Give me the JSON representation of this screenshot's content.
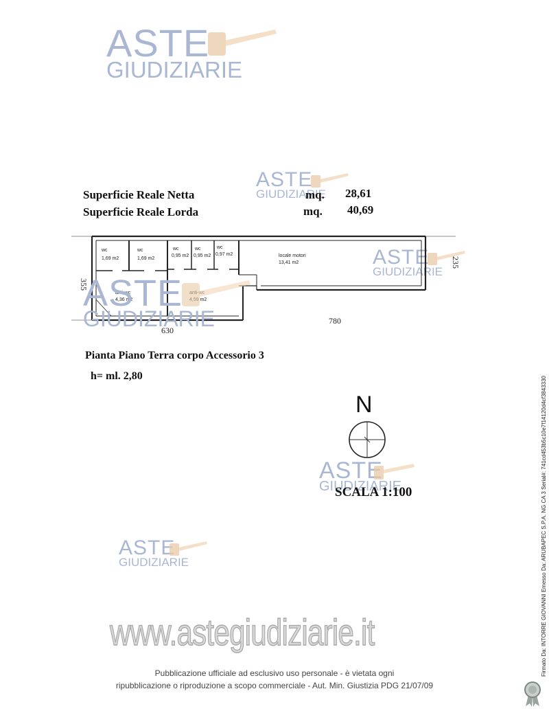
{
  "watermark": {
    "line1": "ASTE",
    "line2": "GIUDIZIARIE"
  },
  "header": {
    "net_label": "Superficie Reale Netta",
    "net_unit": "mq.",
    "net_value": "28,61",
    "gross_label": "Superficie Reale Lorda",
    "gross_unit": "mq.",
    "gross_value": "40,69"
  },
  "plan": {
    "rooms": [
      {
        "name": "wc",
        "area": "1,69 m2"
      },
      {
        "name": "wc",
        "area": "1,69 m2"
      },
      {
        "name": "wc",
        "area": "0,95 m2"
      },
      {
        "name": "wc",
        "area": "0,95 m2"
      },
      {
        "name": "wc",
        "area": "0,97 m2"
      },
      {
        "name": "locale motori",
        "area": "13,41 m2"
      },
      {
        "name": "anti-wc",
        "area": "4,36 m2"
      },
      {
        "name": "anti-wc",
        "area": "4,59 m2"
      }
    ],
    "dimensions": {
      "height_left": "355",
      "height_right": "235",
      "width_left": "630",
      "width_right": "780"
    },
    "title": "Pianta Piano Terra corpo Accessorio 3",
    "height_note": "h= ml. 2,80"
  },
  "compass": {
    "letter": "N"
  },
  "scale": "SCALA 1:100",
  "footer": {
    "website": "www.astegiudiziarie.it",
    "line1": "Pubblicazione ufficiale ad esclusivo uso personale - è vietata ogni",
    "line2": "ripubblicazione o riproduzione a scopo commerciale - Aut. Min. Giustizia PDG 21/07/09"
  },
  "signature": "Firmato Da: INTORRE GIOVANNI Emesso Da: ARUBAPEC S.P.A. NG CA 3 Serial#: 741cd453b5c10e7f14120d4cf3843330"
}
